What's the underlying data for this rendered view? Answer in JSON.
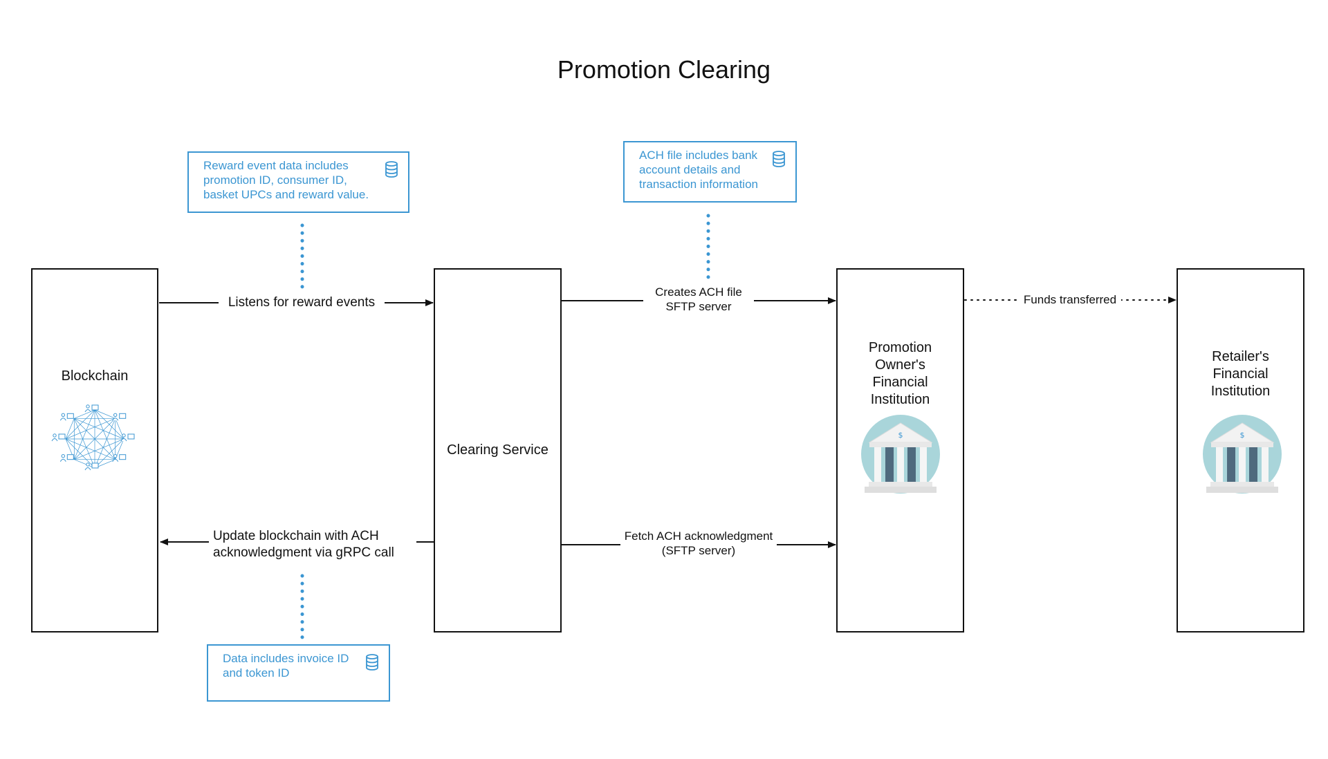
{
  "title": "Promotion Clearing",
  "colors": {
    "accent": "#3b96d2",
    "bank_circle": "#a9d5da",
    "bank_pillar": "#4f6a7e",
    "line": "#111111"
  },
  "nodes": {
    "blockchain": {
      "label": "Blockchain",
      "icon": "blockchain-network-icon"
    },
    "clearing_service": {
      "label": "Clearing Service"
    },
    "promotion_owner_fi": {
      "label_lines": [
        "Promotion",
        "Owner's",
        "Financial",
        "Institution"
      ],
      "icon": "bank-icon"
    },
    "retailer_fi": {
      "label_lines": [
        "Retailer's",
        "Financial",
        "Institution"
      ],
      "icon": "bank-icon"
    }
  },
  "edges": {
    "listens": {
      "label": "Listens for reward events"
    },
    "creates_ach": {
      "lines": [
        "Creates ACH file",
        "SFTP server"
      ]
    },
    "funds": {
      "label": "Funds transferred"
    },
    "update_blockchain": {
      "lines": [
        "Update blockchain with ACH",
        "acknowledgment via gRPC call"
      ]
    },
    "fetch_ack": {
      "lines": [
        "Fetch ACH acknowledgment",
        "(SFTP server)"
      ]
    }
  },
  "notes": {
    "reward_event": {
      "lines": [
        "Reward event data includes",
        "promotion  ID, consumer ID,",
        "basket UPCs and reward value."
      ],
      "icon": "database-icon"
    },
    "ach_file": {
      "lines": [
        "ACH file includes bank",
        "account details and",
        "transaction information"
      ],
      "icon": "database-icon"
    },
    "invoice": {
      "lines": [
        "Data includes invoice ID",
        "and token ID"
      ],
      "icon": "database-icon"
    }
  }
}
